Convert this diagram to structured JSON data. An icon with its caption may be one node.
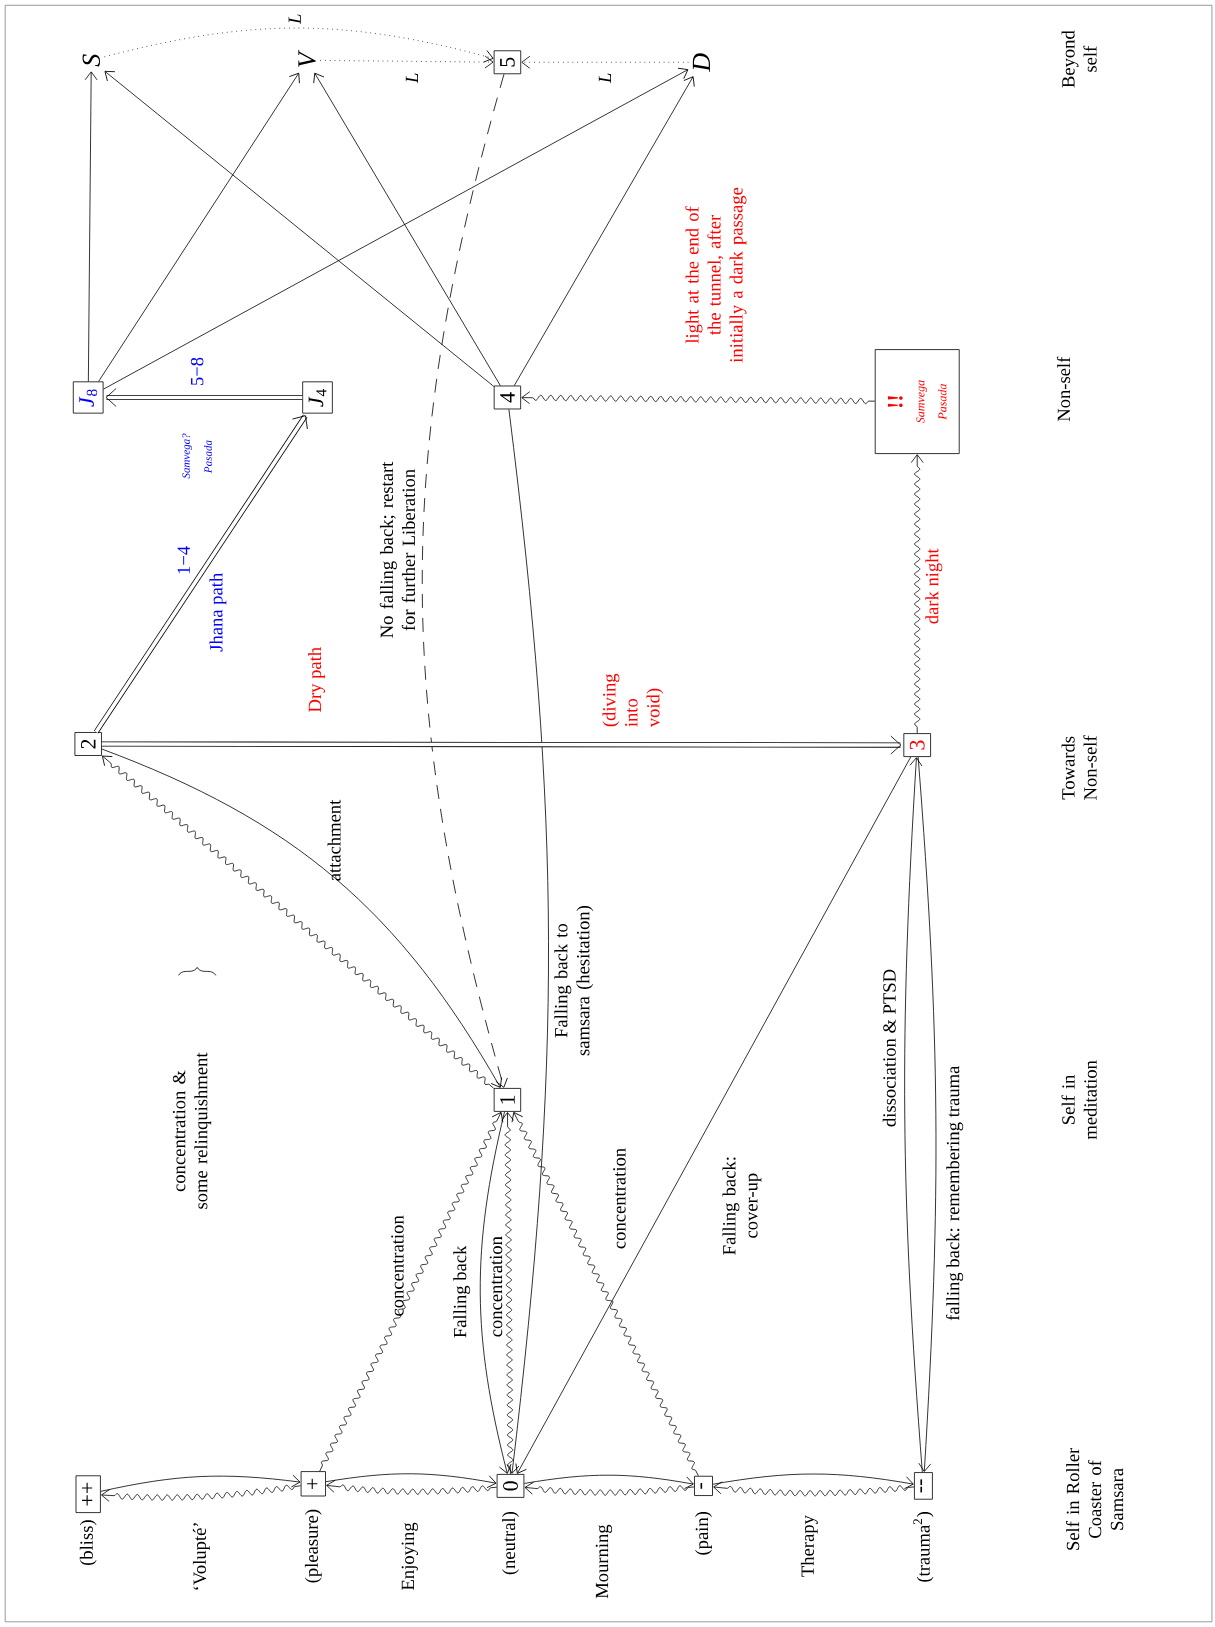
{
  "diagram": {
    "nodes": [
      {
        "text": [
          "++"
        ],
        "beside": [
          "(bliss)"
        ]
      },
      {
        "text": [
          "+"
        ],
        "beside": [
          "(pleasure)"
        ]
      },
      {
        "text": [
          "0"
        ],
        "beside": [
          "(neutral)"
        ]
      },
      {
        "text": [
          "-"
        ],
        "beside": [
          "(pain)"
        ]
      },
      {
        "text": [
          "--"
        ],
        "beside": [
          "(trauma$^{2}$)"
        ]
      },
      {
        "text": [
          "1"
        ]
      },
      {
        "text": [
          "2"
        ]
      },
      {
        "text": [
          "3"
        ]
      },
      {
        "text": [
          "*J*$_{4}$"
        ]
      },
      {
        "text": [
          "*J*$_{8}$"
        ]
      },
      {
        "text": [
          "4"
        ]
      },
      {
        "text": [
          "!!",
          "Samvega Pasada"
        ]
      },
      {
        "text": [
          "S"
        ]
      },
      {
        "text": [
          "V"
        ]
      },
      {
        "text": [
          "5"
        ]
      },
      {
        "text": [
          "D"
        ]
      }
    ],
    "edges": [
      {
        "from": 0,
        "to": 1,
        "arrow": "to"
      },
      {
        "from": 1,
        "to": 0,
        "arrow": "to",
        "label": "‘Volupté’"
      },
      {
        "from": 1,
        "to": 2,
        "arrow": "to"
      },
      {
        "from": 2,
        "to": 1,
        "arrow": "to",
        "label": "Enjoying"
      },
      {
        "from": 2,
        "to": 3,
        "arrow": "to"
      },
      {
        "from": 3,
        "to": 2,
        "arrow": "to",
        "label": "Mourning"
      },
      {
        "from": 3,
        "to": 4,
        "arrow": "to"
      },
      {
        "from": 4,
        "to": 3,
        "arrow": "to",
        "label": "Therapy"
      },
      {
        "from": 1,
        "to": 5,
        "arrow": "to",
        "label": "concentration"
      },
      {
        "from": 5,
        "to": 2,
        "arrow": "to",
        "label": "Falling back"
      },
      {
        "from": 2,
        "to": 5,
        "arrow": "to",
        "label": "concentration"
      },
      {
        "from": 3,
        "to": 5,
        "arrow": "to",
        "label": "concentration"
      },
      {
        "from": 7,
        "to": 2,
        "arrow": "to",
        "label": "Falling back: cover-up"
      },
      {
        "from": 10,
        "to": 2,
        "arrow": "to",
        "label": "Falling back to samsara (hesitation)"
      },
      {
        "from": 5,
        "to": 6,
        "arrow": "to"
      },
      {
        "from": 6,
        "to": 5,
        "arrow": "to",
        "label": "attachment"
      },
      {
        "from": 14,
        "to": 5,
        "arrow": "to",
        "style": "dashed",
        "label": "No falling back; restart for further Liberation"
      },
      {
        "from": 6,
        "to": 7,
        "arrow": "to",
        "style": "thick",
        "label": "Dry path"
      },
      {
        "from": 6,
        "to": 8,
        "arrow": "to",
        "style": "thick",
        "label": "Jhana path"
      },
      {
        "from": 8,
        "to": 9,
        "arrow": "to",
        "style": "thick",
        "label": "5−8"
      },
      {
        "from": 9,
        "to": 12,
        "arrow": "to"
      },
      {
        "from": 9,
        "to": 13,
        "arrow": "to"
      },
      {
        "from": 9,
        "to": 15,
        "arrow": "to"
      },
      {
        "from": 10,
        "to": 12,
        "arrow": "to"
      },
      {
        "from": 10,
        "to": 13,
        "arrow": "to"
      },
      {
        "from": 10,
        "to": 15,
        "arrow": "to"
      },
      {
        "from": 12,
        "to": 14,
        "arrow": "to",
        "style": "dashed",
        "label": "L"
      },
      {
        "from": 13,
        "to": 14,
        "arrow": "to",
        "style": "dashed",
        "label": "L"
      },
      {
        "from": 15,
        "to": 14,
        "arrow": "to",
        "style": "dashed",
        "label": "L"
      },
      {
        "from": 7,
        "to": 11,
        "arrow": "to",
        "label": "dark night"
      },
      {
        "from": 11,
        "to": 10,
        "arrow": "to",
        "label": "light at the end of the tunnel, after initially a dark passage"
      },
      {
        "from": 4,
        "to": 7,
        "arrow": "to",
        "label": "dissociation & PTSD"
      },
      {
        "from": 7,
        "to": 4,
        "arrow": "to",
        "label": "falling back: remembering trauma"
      }
    ],
    "labels": [
      "concentration & some relinquishment",
      "1−4",
      "Samvega? Pasada",
      "(diving into void)",
      "Beyond self",
      "Non-self",
      "Towards Non-self",
      "Self in meditation",
      "Self in Roller Coaster of Samsara"
    ]
  }
}
